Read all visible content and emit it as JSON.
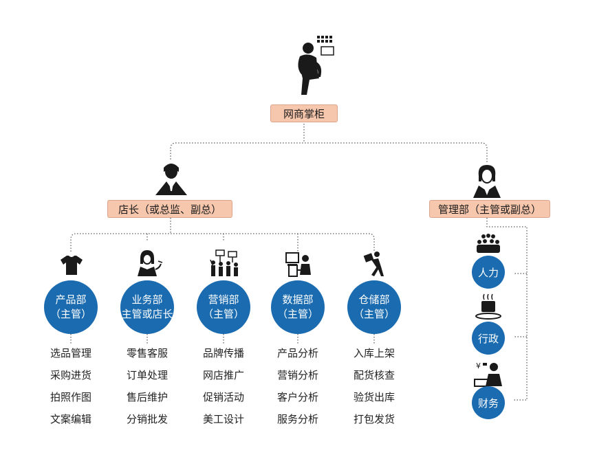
{
  "boss": {
    "label": "网商掌柜",
    "icon": "boss-with-laptop-icon"
  },
  "branches": [
    {
      "key": "store-manager",
      "label": "店长（或总监、副总）",
      "icon": "manager-in-suit-icon"
    },
    {
      "key": "admin-dept",
      "label": "管理部（主管或副总）",
      "icon": "female-manager-icon"
    }
  ],
  "departments": [
    {
      "key": "product",
      "line1": "产品部",
      "line2": "（主管）",
      "icon": "tshirt-icon",
      "tasks": [
        "选品管理",
        "采购进货",
        "拍照作图",
        "文案编辑"
      ]
    },
    {
      "key": "business",
      "line1": "业务部",
      "line2": "主管或店长",
      "icon": "customer-service-icon",
      "tasks": [
        "零售客服",
        "订单处理",
        "售后维护",
        "分销批发"
      ]
    },
    {
      "key": "marketing",
      "line1": "营销部",
      "line2": "（主管）",
      "icon": "crowd-with-signs-icon",
      "tasks": [
        "品牌传播",
        "网店推广",
        "促销活动",
        "美工设计"
      ]
    },
    {
      "key": "data",
      "line1": "数据部",
      "line2": "（主管）",
      "icon": "analyst-at-computer-icon",
      "tasks": [
        "产品分析",
        "营销分析",
        "客户分析",
        "服务分析"
      ]
    },
    {
      "key": "warehouse",
      "line1": "仓储部",
      "line2": "（主管）",
      "icon": "worker-carrying-box-icon",
      "tasks": [
        "入库上架",
        "配货核查",
        "验货出库",
        "打包发货"
      ]
    }
  ],
  "admin_units": [
    {
      "key": "hr",
      "label": "人力",
      "icon": "group-of-people-icon"
    },
    {
      "key": "admin",
      "label": "行政",
      "icon": "coffee-cup-icon"
    },
    {
      "key": "finance",
      "label": "财务",
      "icon": "accountant-with-money-icon"
    }
  ],
  "colors": {
    "circle": "#1a6bb0",
    "label_box": "#f7c7ad",
    "label_border": "#d9a58a",
    "connector": "#555555"
  }
}
